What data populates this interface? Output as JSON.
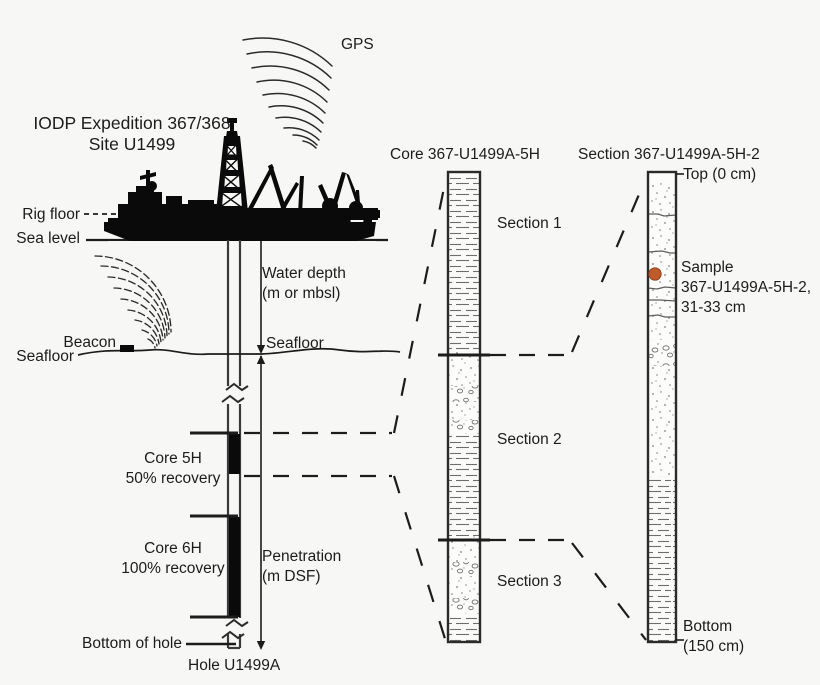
{
  "meta": {
    "title_line1": "IODP Expedition 367/368",
    "title_line2": "Site U1499",
    "background": "#f7f7f5",
    "ink": "#1c1c1c",
    "sample_color": "#c05a2b"
  },
  "ship_panel": {
    "gps_label": "GPS",
    "rig_floor_label": "Rig floor",
    "sea_level_label": "Sea level",
    "water_depth_label_line1": "Water depth",
    "water_depth_label_line2": "(m or mbsl)",
    "beacon_label": "Beacon",
    "seafloor_label_left": "Seafloor",
    "seafloor_label_right": "Seafloor",
    "penetration_label_line1": "Penetration",
    "penetration_label_line2": "(m DSF)",
    "core5h_label_line1": "Core 5H",
    "core5h_label_line2": "50% recovery",
    "core6h_label_line1": "Core 6H",
    "core6h_label_line2": "100% recovery",
    "bottom_of_hole_label": "Bottom of hole",
    "hole_label": "Hole U1499A"
  },
  "core_panel": {
    "header": "Core 367-U1499A-5H",
    "sections": [
      {
        "label": "Section 1"
      },
      {
        "label": "Section 2"
      },
      {
        "label": "Section 3"
      }
    ]
  },
  "section_panel": {
    "header": "Section 367-U1499A-5H-2",
    "top_label": "Top (0 cm)",
    "bottom_label_line1": "Bottom",
    "bottom_label_line2": "(150 cm)",
    "sample_label_line1": "Sample",
    "sample_label_line2": "367-U1499A-5H-2,",
    "sample_label_line3": "31-33 cm"
  }
}
